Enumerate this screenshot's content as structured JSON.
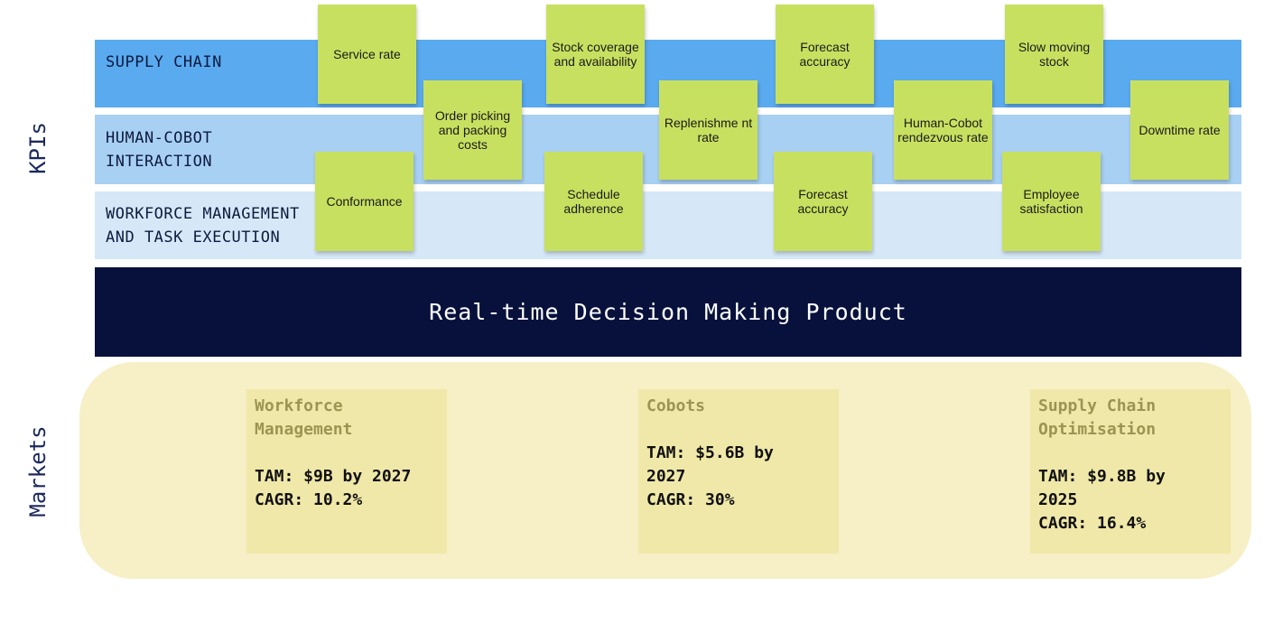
{
  "axis_labels": {
    "kpis": "KPIs",
    "markets": "Markets"
  },
  "bands": {
    "supply_chain": "SUPPLY CHAIN",
    "human_cobot": "HUMAN-COBOT\nINTERACTION",
    "workforce": "WORKFORCE MANAGEMENT\nAND TASK EXECUTION"
  },
  "notes": {
    "service_rate": "Service rate",
    "conformance": "Conformance",
    "order_picking": "Order picking and packing costs",
    "stock_coverage": "Stock coverage and availability",
    "schedule_adherence": "Schedule adherence",
    "replenishment_rate": "Replenishme nt rate",
    "forecast_accuracy_top": "Forecast accuracy",
    "forecast_accuracy_bottom": "Forecast accuracy",
    "human_cobot_rate": "Human-Cobot rendezvous rate",
    "slow_moving_stock": "Slow moving stock",
    "employee_satisfaction": "Employee satisfaction",
    "downtime_rate": "Downtime rate"
  },
  "note_color": "#c8e060",
  "product": {
    "title": "Real-time Decision Making Product",
    "color": "#07113c"
  },
  "markets": {
    "workforce": {
      "name": "Workforce\nManagement",
      "stats": "TAM: $9B by 2027\nCAGR: 10.2%"
    },
    "cobots": {
      "name": "Cobots",
      "stats": "TAM: $5.6B by\n2027\nCAGR: 30%"
    },
    "supply_chain": {
      "name": "Supply Chain\nOptimisation",
      "stats": "TAM: $9.8B by\n2025\nCAGR: 16.4%"
    }
  }
}
